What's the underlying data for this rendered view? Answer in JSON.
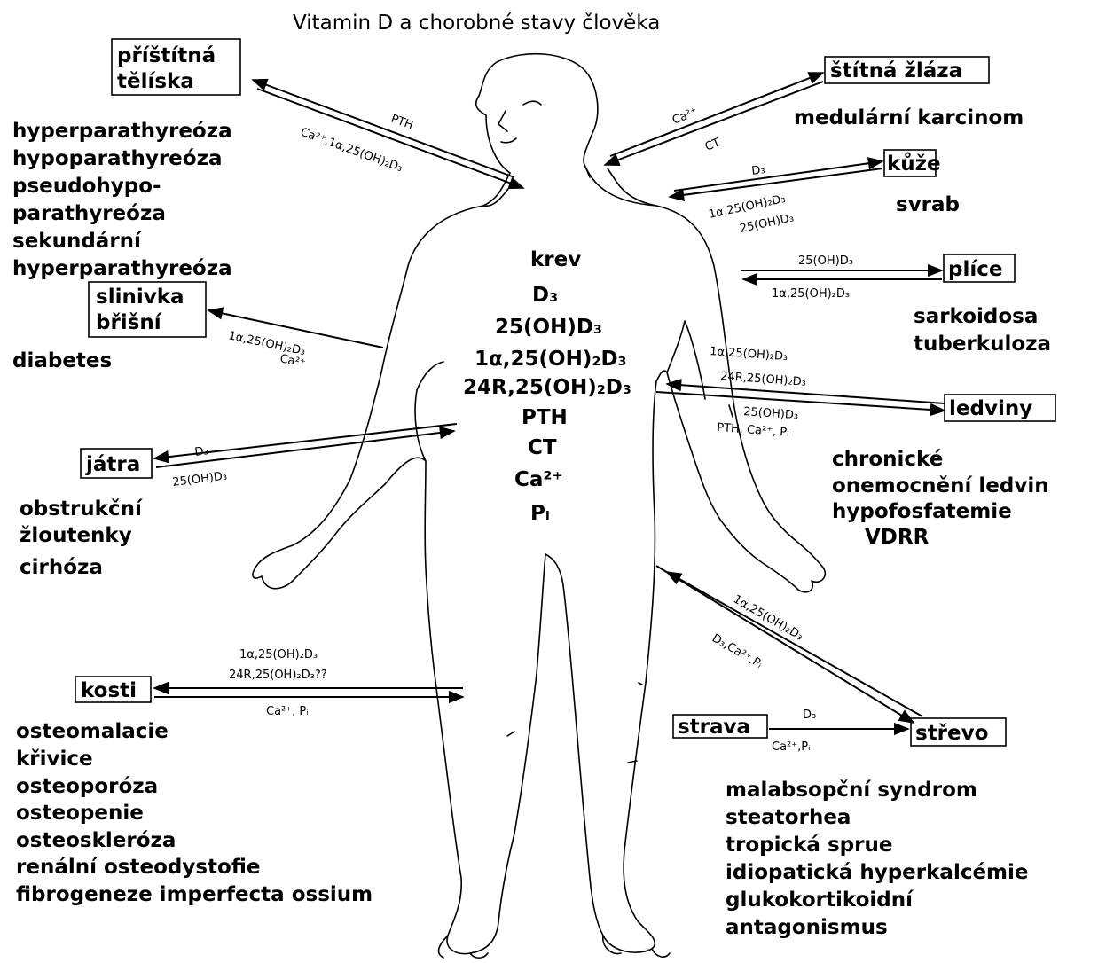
{
  "title": "Vitamin D a chorobné stavy člověka",
  "blood": {
    "label": "krev",
    "lines": [
      "D₃",
      "25(OH)D₃",
      "1α,25(OH)₂D₃",
      "24R,25(OH)₂D₃",
      "PTH",
      "CT",
      "Ca²⁺",
      "Pᵢ"
    ]
  },
  "organs": {
    "parathyroid": [
      "příštítná",
      "tělíska"
    ],
    "thyroid": "štítná žláza",
    "skin": "kůže",
    "lungs": "plíce",
    "pancreas": [
      "slinivka",
      "břišní"
    ],
    "kidneys": "ledviny",
    "liver": "játra",
    "bones": "kosti",
    "diet": "strava",
    "intestine": "střevo"
  },
  "diseases": {
    "parathyroid": [
      "hyperparathyreóza",
      "hypoparathyreóza",
      "pseudohypo-",
      "parathyreóza",
      "sekundární",
      "hyperparathyreóza"
    ],
    "thyroid": "medulární karcinom",
    "skin": "svrab",
    "lungs": [
      "sarkoidosa",
      "tuberkuloza"
    ],
    "pancreas": "diabetes",
    "kidneys": [
      "chronické",
      "onemocnění ledvin",
      "hypofosfatemie",
      "VDRR"
    ],
    "liver": [
      "obstrukční",
      "žloutenky",
      "cirhóza"
    ],
    "bones": [
      "osteomalacie",
      "křivice",
      "osteoporóza",
      "osteopenie",
      "osteoskleróza",
      "renální osteodystofie",
      "fibrogeneze imperfecta ossium"
    ],
    "intestine": [
      "malabsopční syndrom",
      "steatorhea",
      "tropická sprue",
      "idiopatická hyperkalcémie",
      "glukokortikoidní",
      "antagonismus"
    ]
  },
  "arrow_labels": {
    "parathyroid_top": "PTH",
    "parathyroid_bottom": "Ca²⁺,1α,25(OH)₂D₃",
    "thyroid_top": "Ca²⁺",
    "thyroid_bottom": "CT",
    "skin_top": "D₃",
    "skin_bottom": [
      "1α,25(OH)₂D₃",
      "25(OH)D₃"
    ],
    "lungs_top": "25(OH)D₃",
    "lungs_bottom": "1α,25(OH)₂D₃",
    "pancreas": [
      "1α,25(OH)₂D₃",
      "Ca²⁺"
    ],
    "kidneys_top": [
      "1α,25(OH)₂D₃",
      "24R,25(OH)₂D₃"
    ],
    "kidneys_bottom": [
      "25(OH)D₃",
      "PTH, Ca²⁺, Pᵢ"
    ],
    "liver_top": "D₃",
    "liver_bottom": "25(OH)D₃",
    "bones_top": [
      "1α,25(OH)₂D₃",
      "24R,25(OH)₂D₃??"
    ],
    "bones_bottom": "Ca²⁺, Pᵢ",
    "intestine_top": "1α,25(OH)₂D₃",
    "intestine_bottom": "D₃,Ca²⁺,Pᵢ",
    "diet_top": "D₃",
    "diet_bottom": "Ca²⁺,Pᵢ"
  }
}
